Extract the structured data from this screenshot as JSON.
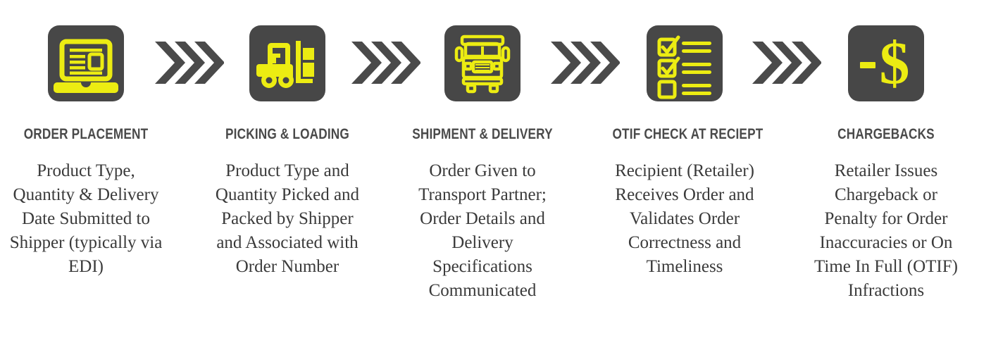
{
  "colors": {
    "tile_background": "#474747",
    "icon_yellow": "#ecec12",
    "chevron_gray": "#4a4a4a",
    "heading_gray": "#4a4a4a",
    "body_gray": "#3a3a3a",
    "page_background": "#ffffff"
  },
  "steps": [
    {
      "icon": "laptop-order-entry-icon",
      "heading": "ORDER PLACEMENT",
      "body": "Product Type, Quantity & Delivery Date Submitted to Shipper (typically via EDI)"
    },
    {
      "icon": "forklift-icon",
      "heading": "PICKING & LOADING",
      "body": "Product Type and Quantity Picked and Packed by Shipper and Associated with Order Number"
    },
    {
      "icon": "truck-front-icon",
      "heading": "SHIPMENT & DELIVERY",
      "body": "Order Given to Transport Partner; Order Details and Delivery Specifications Communicated"
    },
    {
      "icon": "checklist-icon",
      "heading": "OTIF CHECK AT RECIEPT",
      "body": "Recipient (Retailer) Receives Order and Validates Order Correctness and Timeliness"
    },
    {
      "icon": "minus-dollar-icon",
      "heading": "CHARGEBACKS",
      "body": "Retailer Issues Chargeback or Penalty for Order Inaccuracies or On Time In Full (OTIF) Infractions"
    }
  ],
  "connectors": [
    {
      "icon": "triple-chevron-right-icon"
    },
    {
      "icon": "triple-chevron-right-icon"
    },
    {
      "icon": "triple-chevron-right-icon"
    },
    {
      "icon": "triple-chevron-right-icon"
    }
  ]
}
